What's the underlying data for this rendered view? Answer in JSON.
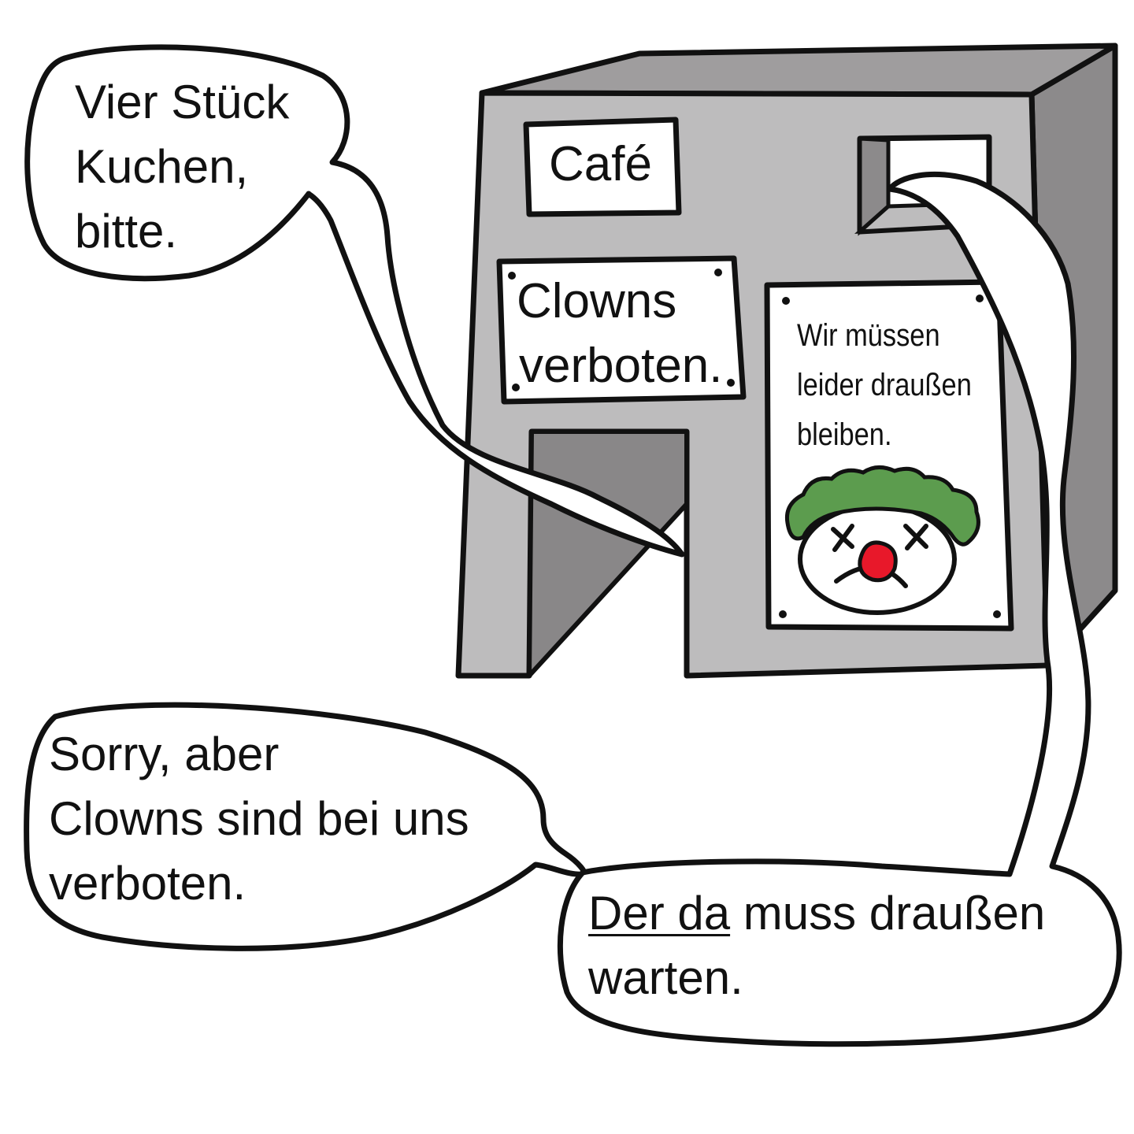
{
  "bubbles": {
    "order": {
      "lines": [
        "Vier Stück",
        "Kuchen,",
        "bitte."
      ]
    },
    "refusal": {
      "lines": [
        "Sorry, aber",
        "Clowns sind bei uns",
        "verboten."
      ]
    },
    "pointing": {
      "underlined": "Der da",
      "rest": " muss draußen",
      "line2": "warten."
    }
  },
  "signs": {
    "cafe": "Café",
    "ban": {
      "line1": "Clowns",
      "line2": "verboten."
    }
  },
  "poster": {
    "lines": [
      "Wir müssen",
      "leider draußen",
      "bleiben."
    ],
    "icon": "sad-clown-icon"
  },
  "colors": {
    "outline": "#111111",
    "building_front": "#bdbcbd",
    "building_side": "#8c8a8b",
    "door_interior": "#898788",
    "clown_hair": "#5c9c4e",
    "clown_nose": "#e8182a",
    "paper": "#ffffff"
  }
}
